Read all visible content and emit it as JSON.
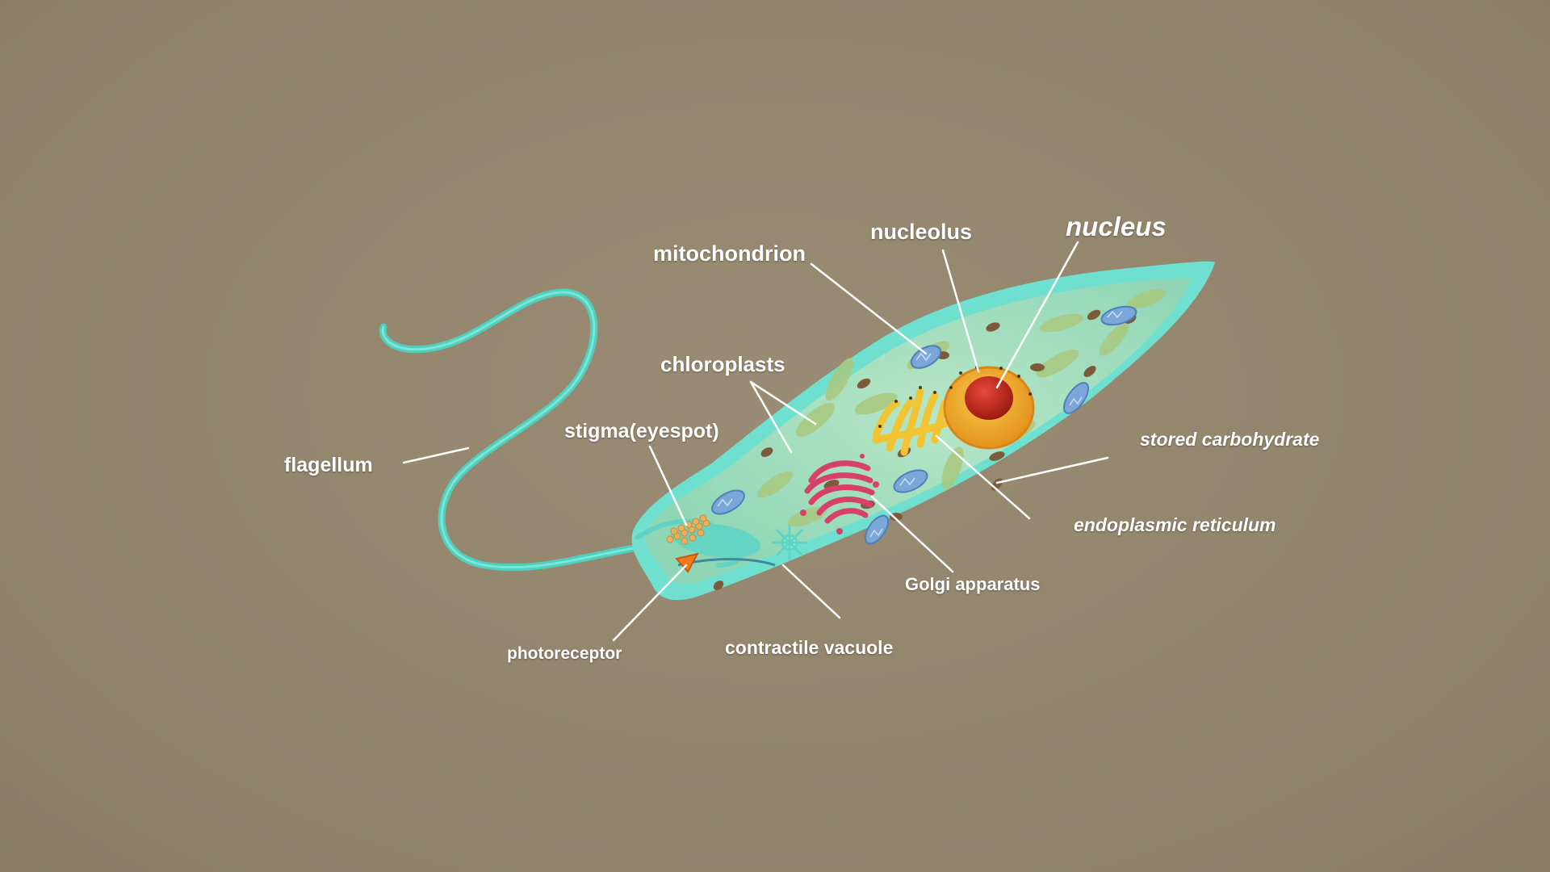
{
  "labels": {
    "nucleus": "nucleus",
    "nucleolus": "nucleolus",
    "mitochondrion": "mitochondrion",
    "chloroplasts": "chloroplasts",
    "stigma": "stigma(eyespot)",
    "flagellum": "flagellum",
    "stored_carbohydrate": "stored carbohydrate",
    "endoplasmic_reticulum": "endoplasmic reticulum",
    "golgi": "Golgi apparatus",
    "contractile_vacuole": "contractile vacuole",
    "photoreceptor": "photoreceptor"
  },
  "colors": {
    "background": "#968a71",
    "cell_membrane": "#6fe0cf",
    "cytoplasm": "#9fdcbc",
    "nucleus_envelope": "#f0a828",
    "nucleolus": "#c4261c",
    "golgi": "#d6406a",
    "endoplasmic_reticulum": "#f2c434",
    "mitochondrion": "#7aa6d8",
    "chloroplast": "#a8c87e",
    "photoreceptor": "#f07a1c",
    "stigma": "#e8b25c",
    "label_text": "#ffffff"
  }
}
